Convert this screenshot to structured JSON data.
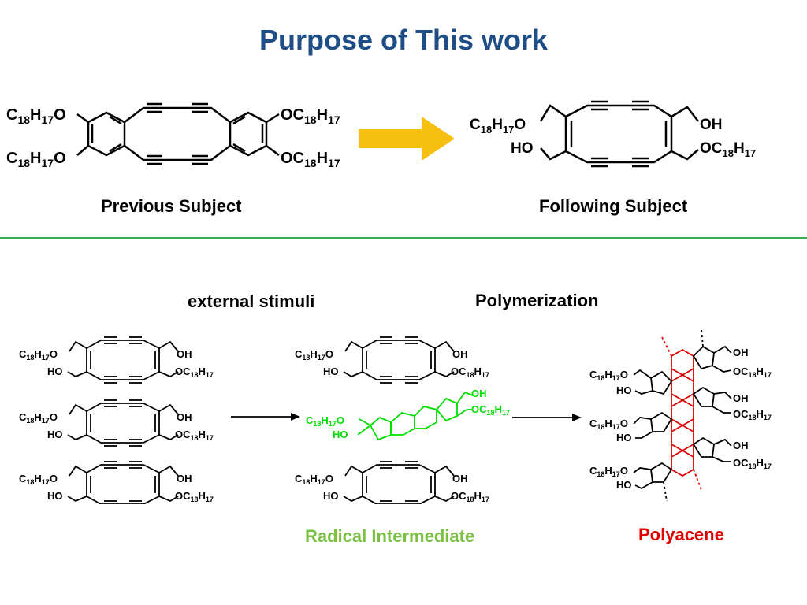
{
  "title": "Purpose of This work",
  "colors": {
    "title": "#1f4e87",
    "divider": "#3daa48",
    "arrow": "#f7bf10",
    "green": "#00dd00",
    "green_label": "#7ac143",
    "red": "#e00000"
  },
  "labels": {
    "previous": "Previous Subject",
    "following": "Following Subject",
    "external": "external stimuli",
    "polymerization": "Polymerization",
    "radical": "Radical Intermediate",
    "polyacene": "Polyacene"
  },
  "chem": {
    "c18h17o": {
      "a": "C",
      "b": "18",
      "c": "H",
      "d": "17",
      "e": "O"
    },
    "oc18h17": {
      "a": "OC",
      "b": "18",
      "c": "H",
      "d": "17"
    },
    "oh": "OH",
    "ho": "HO"
  }
}
